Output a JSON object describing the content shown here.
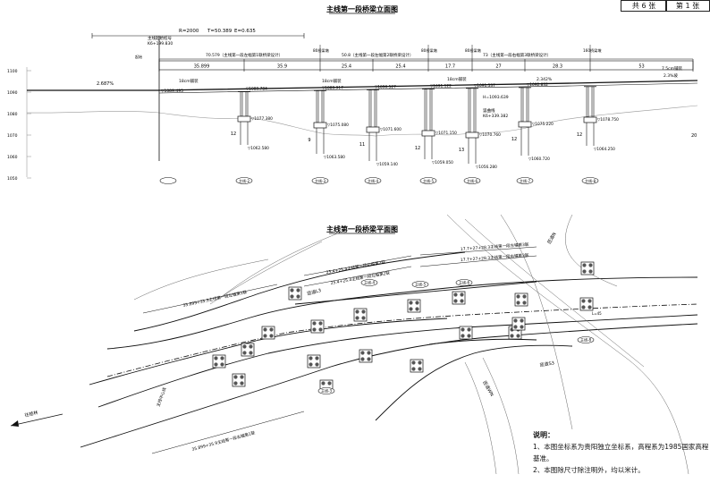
{
  "sheet": {
    "total": "共 6 张",
    "current": "第 1 张"
  },
  "elevation": {
    "title": "主线第一段桥梁立面图",
    "curve": {
      "r": "R=2000",
      "t": "T=50.389",
      "e": "E=0.635"
    },
    "start_station": "主线起始桩号",
    "start_k": "K6+199.830",
    "chainage_top": "K6+...",
    "left_note": "起始",
    "axis": [
      "1100",
      "1090",
      "1080",
      "1070",
      "1060",
      "1050"
    ],
    "spans_total": [
      "70.579（主线第一段左幅第1联桥梁设计）",
      "50.8（主线第一段左幅第2联桥梁设计）",
      "73（主线第一段右幅第3联桥梁设计）"
    ],
    "spans": [
      "35.899",
      "35.9",
      "25.4",
      "25.4",
      "17.7",
      "27",
      "28.3",
      "53"
    ],
    "left_grade": "2.687%",
    "right_grade": "2.3%坡",
    "pier_marks": [
      "80桥梁墩",
      "80桥梁墩",
      "80桥梁墩",
      "160桥梁墩"
    ],
    "deck": [
      "18cm铺装",
      "18cm铺装",
      "18cm铺装",
      "2.342%",
      "7.5cm铺装"
    ],
    "top_elev": [
      "▽1089.495",
      "▽1089.784",
      "▽1089.917",
      "▽1090.527",
      "▽1091.122",
      "▽1091.537",
      "▽1092.832"
    ],
    "cap_elev": [
      "▽1077.380",
      "▽1075.080",
      "▽1071.600",
      "▽1071.150",
      "▽1070.760",
      "▽1075.220",
      "▽1078.750"
    ],
    "bottom_elev": [
      "▽1062.580",
      "▽1063.580",
      "▽1059.140",
      "▽1059.050",
      "▽1056.280",
      "▽1060.720",
      "▽1064.250"
    ],
    "pile_len": [
      "12",
      "9",
      "11",
      "12",
      "13",
      "12",
      "12"
    ],
    "mid_info": [
      "H=1093.639",
      "竖曲线",
      "K6+339.382"
    ],
    "pier_labels": [
      "主线-2",
      "主线-3",
      "主线-4",
      "主线-5",
      "主线-6",
      "主线-7",
      "主线-8"
    ],
    "right_mark": "20"
  },
  "plan": {
    "title": "主线第一段桥梁平面图",
    "dims": [
      "35.899+35.9主线第一段左幅第1联",
      "25.4+25.4主线第一段右幅第2联",
      "25.4+25.4主线第一段左幅第2联",
      "17.7+27+28.3主线第一段左幅第3联",
      "17.7+27+28.3主线第一段右幅第3联",
      "35.899+35.9主线第一段右幅第1联"
    ],
    "roads": [
      "匝道L3",
      "匝道N",
      "匝道S3",
      "匝道WN",
      "主线中心线"
    ],
    "pier_labels": [
      "主线-3",
      "主线-4",
      "主线-5",
      "主线-6",
      "主线-8"
    ],
    "direction": "往桂林",
    "l_mark": "L=45"
  },
  "notes": {
    "title": "说明：",
    "items": [
      "1、本图坐标系为贵阳独立坐标系，高程系为1985国家高程基准。",
      "2、本图除尺寸除注明外，均以米计。"
    ]
  }
}
